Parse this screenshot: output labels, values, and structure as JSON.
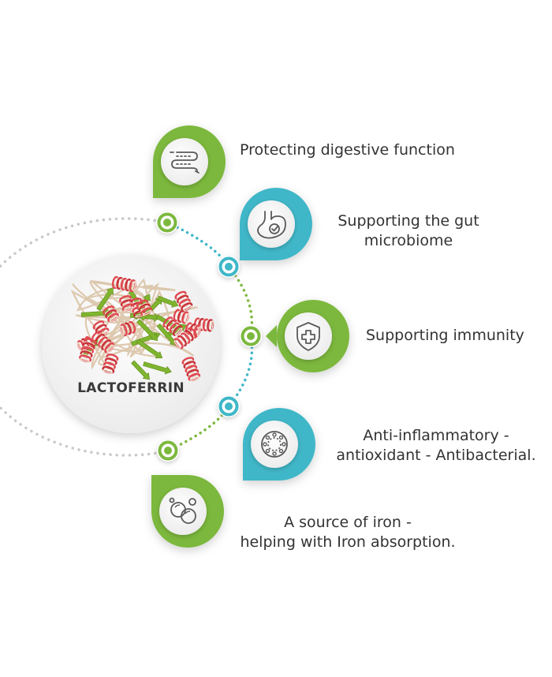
{
  "center": {
    "title": "LACTOFERRIN",
    "image": "lactoferrin-protein-structure"
  },
  "colors": {
    "green": "#7cb83e",
    "teal": "#3fb7c8",
    "dots_gray": "#c9c9c9",
    "text": "#333333",
    "icon_stroke": "#5a5a5a"
  },
  "features": [
    {
      "lines": [
        "Protecting digestive function"
      ],
      "color": "green",
      "icon": "intestine-icon"
    },
    {
      "lines": [
        "Supporting the gut",
        "microbiome"
      ],
      "color": "teal",
      "icon": "stomach-check-icon"
    },
    {
      "lines": [
        "Supporting immunity"
      ],
      "color": "green",
      "icon": "shield-cross-icon"
    },
    {
      "lines": [
        "Anti-inflammatory -",
        "antioxidant - Antibacterial."
      ],
      "color": "teal",
      "icon": "cell-ring-icon"
    },
    {
      "lines": [
        "A source of iron -",
        "helping with Iron absorption."
      ],
      "color": "green",
      "icon": "iron-bubbles-icon"
    }
  ]
}
